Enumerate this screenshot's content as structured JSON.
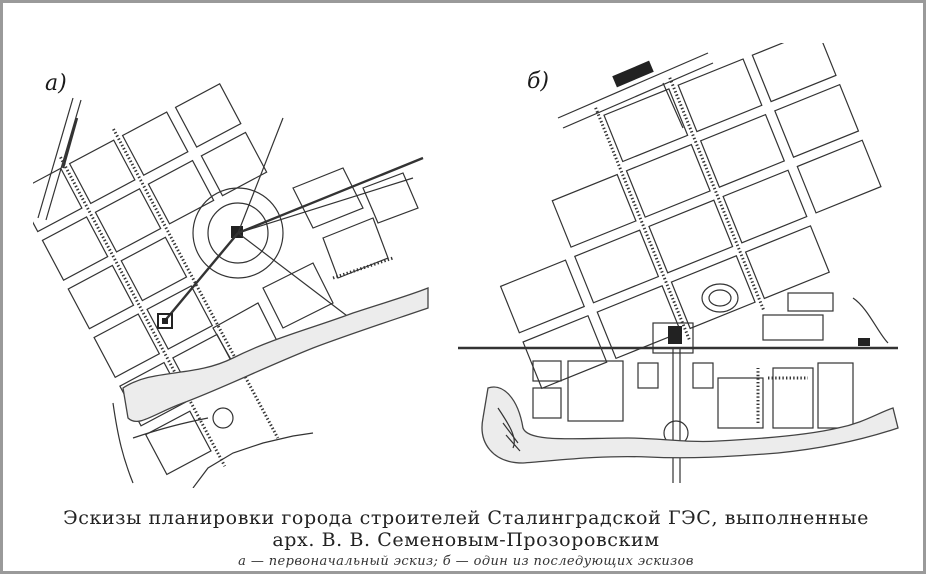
{
  "figure": {
    "panel_a_label": "а)",
    "panel_b_label": "б)",
    "caption_line1": "Эскизы планировки города строителей Сталинградской ГЭС, выполненные",
    "caption_line2": "арх. В. В. Семеновым-Прозоровским",
    "caption_sub": "а — первоначальный эскиз; б — один из последующих эскизов"
  }
}
